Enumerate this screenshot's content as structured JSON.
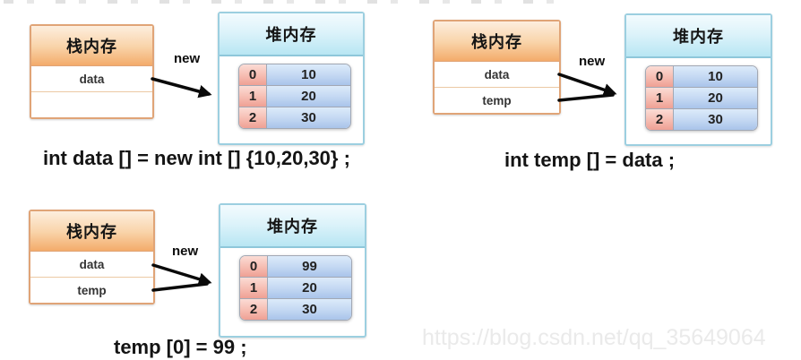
{
  "watermark": "https://blog.csdn.net/qq_35649064",
  "colors": {
    "stack_header_orange": "#F3AB6A",
    "heap_header_blue": "#B8E6F3",
    "index_cell_pink": "#EFA094",
    "value_cell_blue": "#A9C4EA",
    "watermark_gray": "#EAEAEA",
    "arrow_black": "#0A0A0A"
  },
  "diagrams": [
    {
      "stack": {
        "title": "栈内存",
        "rows": [
          "data",
          ""
        ]
      },
      "heap": {
        "title": "堆内存",
        "cells": [
          {
            "index": "0",
            "value": "10"
          },
          {
            "index": "1",
            "value": "20"
          },
          {
            "index": "2",
            "value": "30"
          }
        ]
      },
      "arrow_label": "new",
      "caption": "int data [] = new int [] {10,20,30} ;"
    },
    {
      "stack": {
        "title": "栈内存",
        "rows": [
          "data",
          "temp"
        ]
      },
      "heap": {
        "title": "堆内存",
        "cells": [
          {
            "index": "0",
            "value": "10"
          },
          {
            "index": "1",
            "value": "20"
          },
          {
            "index": "2",
            "value": "30"
          }
        ]
      },
      "arrow_label": "new",
      "caption": "int temp [] = data ;"
    },
    {
      "stack": {
        "title": "栈内存",
        "rows": [
          "data",
          "temp"
        ]
      },
      "heap": {
        "title": "堆内存",
        "cells": [
          {
            "index": "0",
            "value": "99"
          },
          {
            "index": "1",
            "value": "20"
          },
          {
            "index": "2",
            "value": "30"
          }
        ]
      },
      "arrow_label": "new",
      "caption": "temp [0] = 99 ;"
    }
  ]
}
